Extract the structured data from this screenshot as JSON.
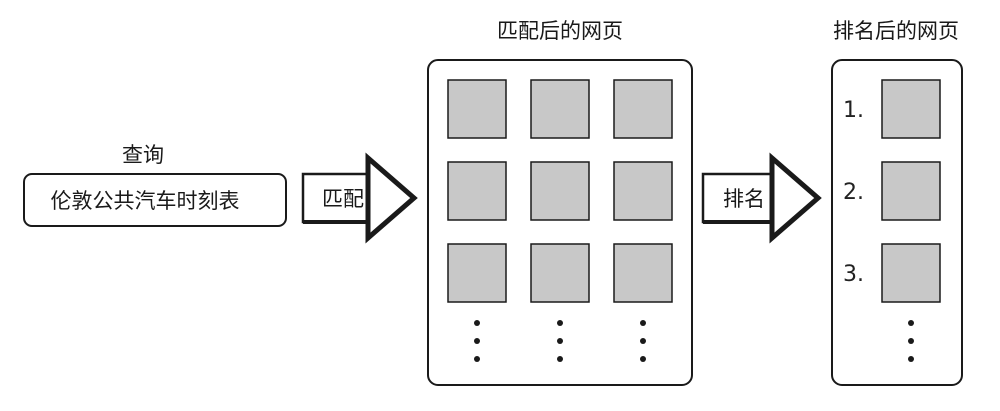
{
  "query": {
    "label": "查询",
    "text": "伦敦公共汽车时刻表"
  },
  "steps": {
    "match": "匹配",
    "rank": "排名"
  },
  "matched_pages": {
    "title": "匹配后的网页"
  },
  "ranked_pages": {
    "title": "排名后的网页",
    "ranks": [
      "1.",
      "2.",
      "3."
    ]
  },
  "colors": {
    "stroke": "#1a1a1a",
    "thumbnail_fill": "#c8c8c8",
    "background": "#ffffff"
  }
}
